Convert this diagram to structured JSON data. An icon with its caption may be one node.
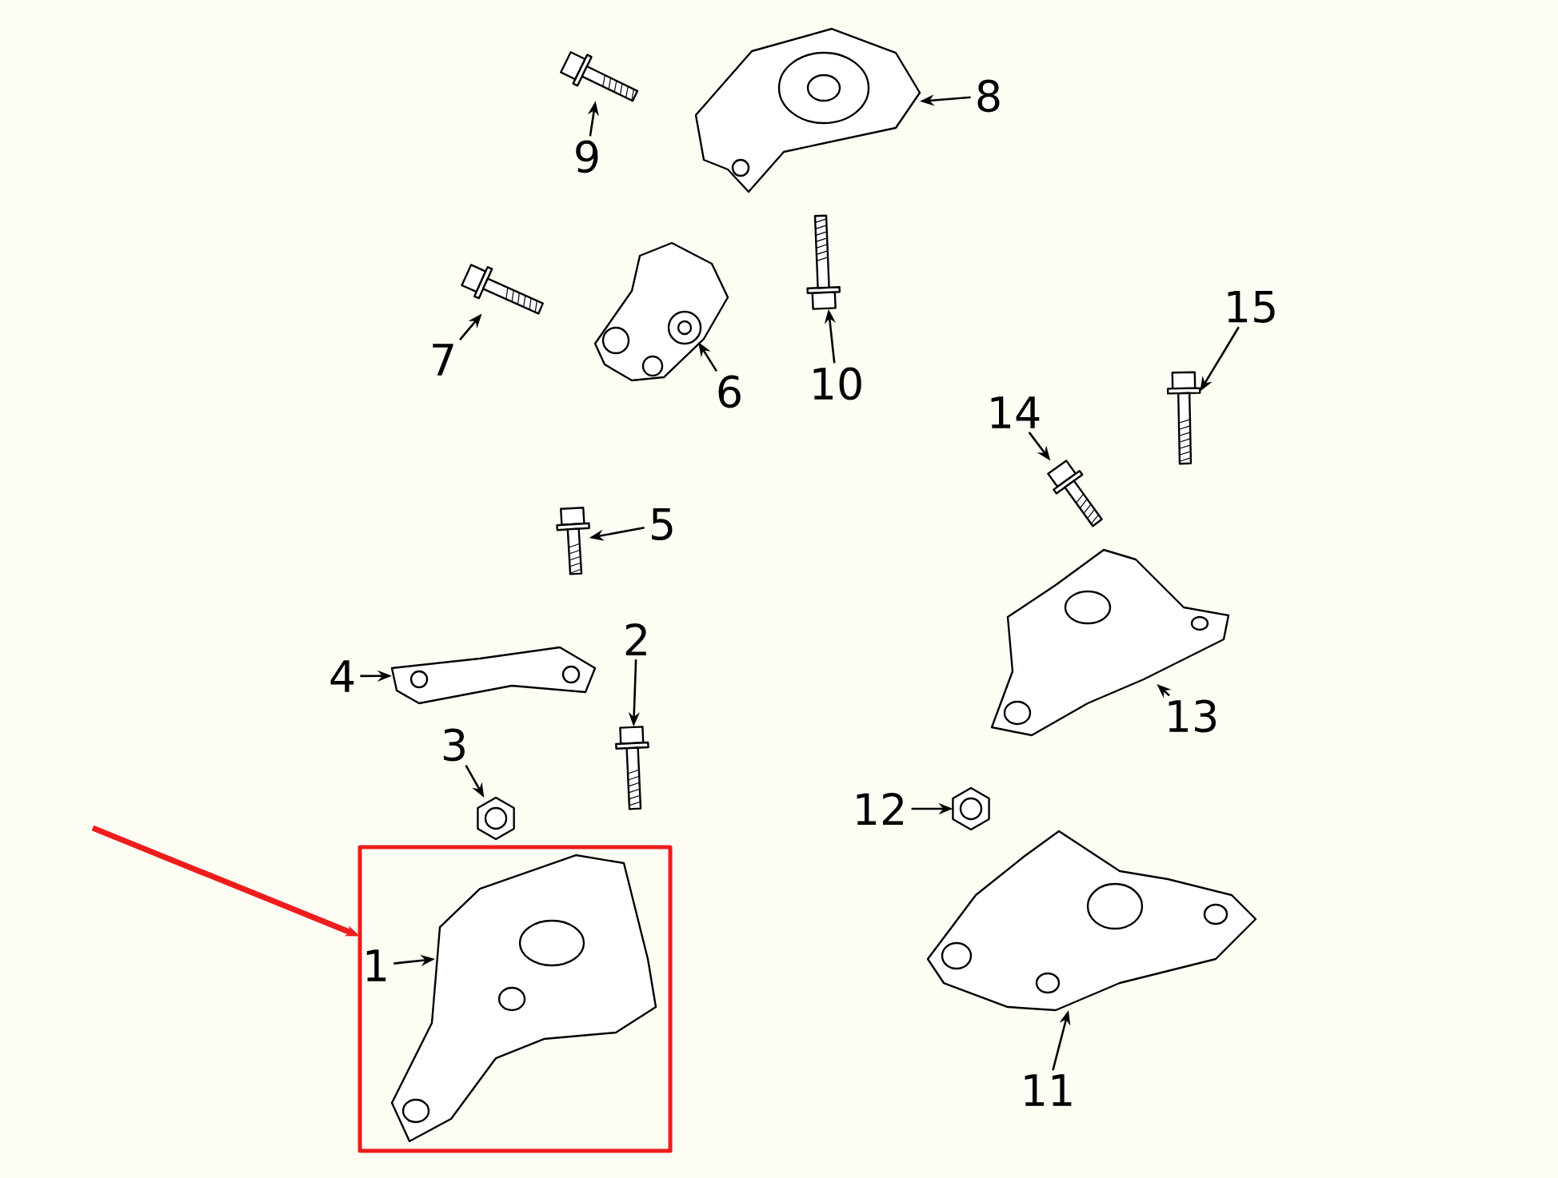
{
  "diagram": {
    "nodes": [
      {
        "text": [
          "9"
        ]
      },
      {
        "text": [],
        "shape": "picture"
      },
      {
        "text": [
          "8"
        ]
      },
      {
        "text": [],
        "shape": "picture"
      },
      {
        "text": [
          "7"
        ]
      },
      {
        "text": [],
        "shape": "picture"
      },
      {
        "text": [
          "6"
        ]
      },
      {
        "text": [],
        "shape": "picture"
      },
      {
        "text": [
          "10"
        ]
      },
      {
        "text": [],
        "shape": "picture"
      },
      {
        "text": [
          "15"
        ]
      },
      {
        "text": [],
        "shape": "picture"
      },
      {
        "text": [
          "14"
        ]
      },
      {
        "text": [],
        "shape": "picture"
      },
      {
        "text": [
          "5"
        ]
      },
      {
        "text": [],
        "shape": "picture"
      },
      {
        "text": [
          "2"
        ]
      },
      {
        "text": [],
        "shape": "picture"
      },
      {
        "text": [
          "4"
        ]
      },
      {
        "text": [],
        "shape": "picture"
      },
      {
        "text": [
          "13"
        ]
      },
      {
        "text": [],
        "shape": "picture"
      },
      {
        "text": [
          "3"
        ]
      },
      {
        "text": [],
        "shape": "picture"
      },
      {
        "text": [
          "12"
        ]
      },
      {
        "text": [],
        "shape": "picture"
      },
      {
        "text": [],
        "shape": "box"
      },
      {
        "text": [
          "1"
        ],
        "in": 26
      },
      {
        "text": [],
        "shape": "picture",
        "in": 26
      },
      {
        "text": [
          "11"
        ]
      },
      {
        "text": [],
        "shape": "picture"
      }
    ],
    "edges": [
      {
        "from": 0,
        "to": 1,
        "arrow": "to"
      },
      {
        "from": 2,
        "to": 3,
        "arrow": "to"
      },
      {
        "from": 4,
        "to": 5,
        "arrow": "to"
      },
      {
        "from": 6,
        "to": 7,
        "arrow": "to"
      },
      {
        "from": 8,
        "to": 9,
        "arrow": "to"
      },
      {
        "from": 10,
        "to": 11,
        "arrow": "to"
      },
      {
        "from": 12,
        "to": 13,
        "arrow": "to"
      },
      {
        "from": 14,
        "to": 15,
        "arrow": "to"
      },
      {
        "from": 16,
        "to": 17,
        "arrow": "to"
      },
      {
        "from": 18,
        "to": 19,
        "arrow": "to"
      },
      {
        "from": 20,
        "to": 21,
        "arrow": "to"
      },
      {
        "from": 22,
        "to": 23,
        "arrow": "to"
      },
      {
        "from": 24,
        "to": 25,
        "arrow": "to"
      },
      {
        "from": 27,
        "to": 28,
        "arrow": "to"
      },
      {
        "from": 29,
        "to": 30,
        "arrow": "to"
      },
      {
        "from": null,
        "to": 26,
        "arrow": "to",
        "style": "thick",
        "color": "#ee1c1c"
      }
    ]
  }
}
